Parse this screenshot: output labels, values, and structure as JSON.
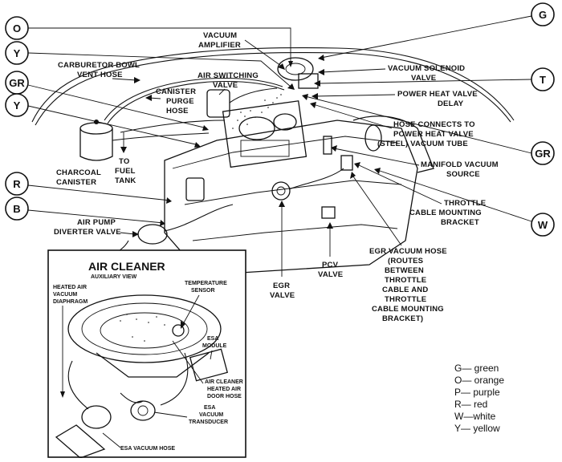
{
  "callouts": {
    "o_top": "O",
    "y_top": "Y",
    "gr_left": "GR",
    "y_left": "Y",
    "r_left": "R",
    "b_left": "B",
    "g_right": "G",
    "t_right": "T",
    "gr_right": "GR",
    "w_right": "W"
  },
  "labels": {
    "vacuum_amplifier": [
      "VACUUM",
      "AMPLIFIER"
    ],
    "carb_bowl_vent": [
      "CARBURETOR BOWL",
      "VENT HOSE"
    ],
    "air_switching_valve": [
      "AIR SWITCHING",
      "VALVE"
    ],
    "canister_purge_hose": [
      "CANISTER",
      "PURGE",
      "HOSE"
    ],
    "vacuum_solenoid": [
      "VACUUM SOLENOID",
      "VALVE"
    ],
    "power_heat_valve_delay": [
      "POWER HEAT VALVE",
      "DELAY"
    ],
    "hose_connects": [
      "HOSE CONNECTS TO",
      "POWER HEAT VALVE",
      "(STEEL) VACUUM TUBE"
    ],
    "manifold_vacuum": [
      "MANIFOLD VACUUM",
      "SOURCE"
    ],
    "charcoal_canister": [
      "CHARCOAL",
      "CANISTER"
    ],
    "to_fuel_tank": [
      "TO",
      "FUEL",
      "TANK"
    ],
    "throttle_bracket": [
      "THROTTLE",
      "CABLE MOUNTING",
      "BRACKET"
    ],
    "air_pump_diverter": [
      "AIR PUMP",
      "DIVERTER VALVE"
    ],
    "egr_vacuum_hose": [
      "EGR VACUUM HOSE",
      "(ROUTES",
      "BETWEEN",
      "THROTTLE",
      "CABLE AND",
      "THROTTLE",
      "CABLE MOUNTING",
      "BRACKET)"
    ],
    "pcv_valve": [
      "PCV",
      "VALVE"
    ],
    "egr_valve": [
      "EGR",
      "VALVE"
    ]
  },
  "inset": {
    "title": "AIR CLEANER",
    "subtitle": "AUXILIARY VIEW",
    "heated_air": [
      "HEATED AIR",
      "VACUUM",
      "DIAPHRAGM"
    ],
    "temp_sensor": [
      "TEMPERATURE",
      "SENSOR"
    ],
    "esa_module": [
      "ESA",
      "MODULE"
    ],
    "air_cleaner_hose": [
      "AIR CLEANER",
      "HEATED AIR",
      "DOOR HOSE"
    ],
    "esa_transducer": [
      "ESA",
      "VACUUM",
      "TRANSDUCER"
    ],
    "esa_vacuum_hose": "ESA VACUUM HOSE"
  },
  "legend": [
    "G— green",
    "O— orange",
    "P— purple",
    "R— red",
    "W—white",
    "Y— yellow"
  ]
}
